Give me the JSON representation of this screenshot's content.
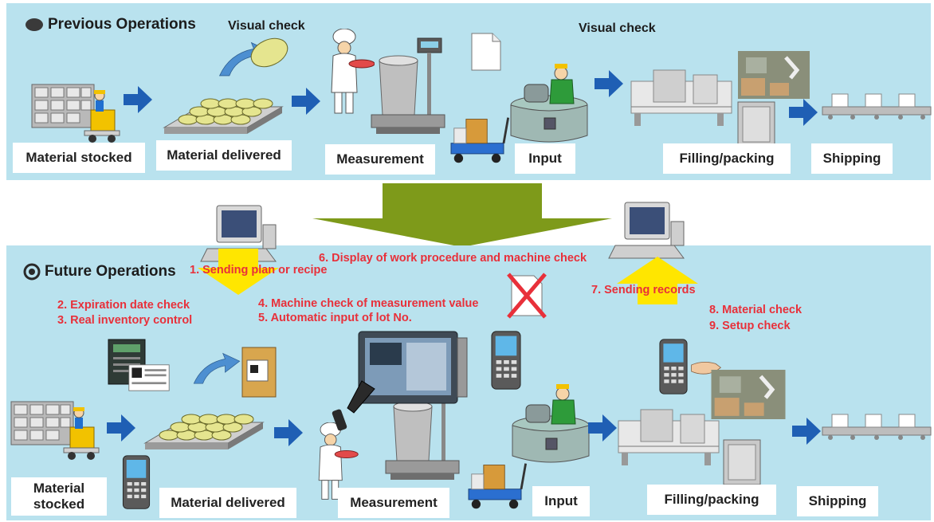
{
  "previous": {
    "heading": "Previous Operations",
    "visual_check_1": "Visual check",
    "visual_check_2": "Visual check",
    "steps": [
      "Material stocked",
      "Material delivered",
      "Measurement",
      "Input",
      "Filling/packing",
      "Shipping"
    ]
  },
  "future": {
    "heading": "Future Operations",
    "steps": [
      "Material\nstocked",
      "Material delivered",
      "Measurement",
      "Input",
      "Filling/packing",
      "Shipping"
    ],
    "notes": {
      "n1": "1. Sending plan or recipe",
      "n2": "2. Expiration date check",
      "n3": "3. Real inventory control",
      "n4": "4. Machine check of measurement value",
      "n5": "5. Automatic input of lot No.",
      "n6": "6. Display of work procedure and machine check",
      "n7": "7. Sending records",
      "n8": "8. Material check",
      "n9": "9. Setup check"
    }
  },
  "colors": {
    "panel_bg": "#b9e2ee",
    "flow_arrow": "#1f5fb4",
    "transition_arrow": "#7e9a1a",
    "signal_arrow": "#ffe600",
    "note_text": "#e8303a"
  },
  "icons": [
    "warehouse-shelf-icon",
    "material-tray-icon",
    "chef-icon",
    "scale-icon",
    "document-icon",
    "mixer-worker-icon",
    "packing-machine-icon",
    "conveyor-icon",
    "computer-icon",
    "handheld-scanner-icon",
    "barcode-scanner-icon",
    "touch-panel-icon",
    "cart-icon",
    "cross-mark-icon"
  ]
}
